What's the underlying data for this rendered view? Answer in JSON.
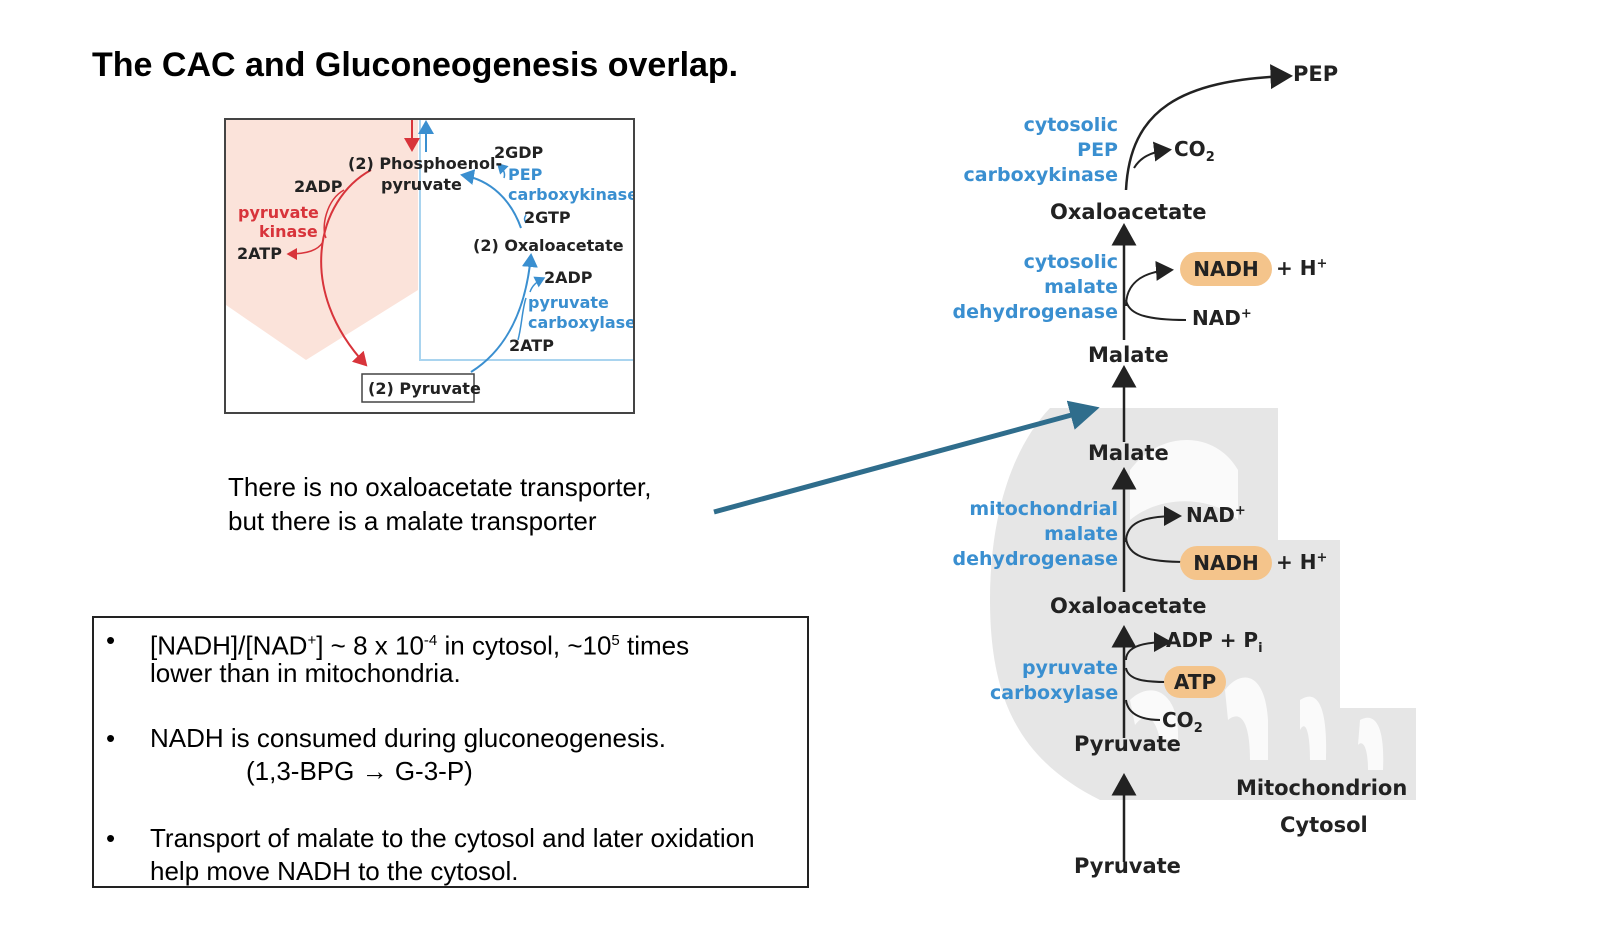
{
  "title": "The CAC and Gluconeogenesis overlap.",
  "note": {
    "line1": "There is no oxaloacetate transporter,",
    "line2": "but there is a malate transporter"
  },
  "inset": {
    "phosphoenol_line1": "(2) Phosphoenol-",
    "phosphoenol_line2": "pyruvate",
    "adp_left": "2ADP",
    "pyruvate_kinase_1": "pyruvate",
    "pyruvate_kinase_2": "kinase",
    "atp_left": "2ATP",
    "gdp": "2GDP",
    "pepck_1": "PEP",
    "pepck_2": "carboxykinase",
    "gtp": "2GTP",
    "oxaloacetate": "(2) Oxaloacetate",
    "adp_right": "2ADP",
    "pc_1": "pyruvate",
    "pc_2": "carboxylase",
    "atp_right": "2ATP",
    "pyruvate": "(2) Pyruvate"
  },
  "bullets": [
    {
      "dot": "•",
      "parts": [
        "[NADH]/[NAD",
        "+",
        "] ~ 8 x 10",
        "-4",
        " in cytosol, ~10",
        "5",
        " times"
      ],
      "line2": "lower than in mitochondria."
    },
    {
      "dot": "•",
      "line1": "NADH is consumed during gluconeogenesis.",
      "line2": "(1,3-BPG → G-3-P)"
    },
    {
      "dot": "•",
      "line1": "Transport of malate to the cytosol and later oxidation",
      "line2": "help move NADH to the cytosol."
    }
  ],
  "pathway": {
    "pep": "PEP",
    "co2_top": "CO",
    "co2_sub": "2",
    "pepck_1": "cytosolic",
    "pepck_2": "PEP",
    "pepck_3": "carboxykinase",
    "oaa_cyto": "Oxaloacetate",
    "cmdh_1": "cytosolic",
    "cmdh_2": "malate",
    "cmdh_3": "dehydrogenase",
    "nadh_1": "NADH",
    "h_1": "+ H",
    "h_sup": "+",
    "nad_1": "NAD",
    "nad_sup": "+",
    "malate_cyto": "Malate",
    "malate_mito": "Malate",
    "mmdh_1": "mitochondrial",
    "mmdh_2": "malate",
    "mmdh_3": "dehydrogenase",
    "nad_2": "NAD",
    "nadh_2": "NADH",
    "h_2": "+ H",
    "oaa_mito": "Oxaloacetate",
    "pc_1": "pyruvate",
    "pc_2": "carboxylase",
    "adp_pi": "ADP + P",
    "pi_sub": "i",
    "atp": "ATP",
    "co2_low": "CO",
    "co2_low_sub": "2",
    "pyruvate_mito": "Pyruvate",
    "mitochondrion": "Mitochondrion",
    "cytosol": "Cytosol",
    "pyruvate_cyto": "Pyruvate"
  },
  "colors": {
    "enzyme_blue": "#3a8fd0",
    "kinase_red": "#d8343b",
    "pill_orange": "#f4c48b",
    "transport_arrow": "#2f6d8c",
    "mito_gray": "#e6e6e6"
  }
}
